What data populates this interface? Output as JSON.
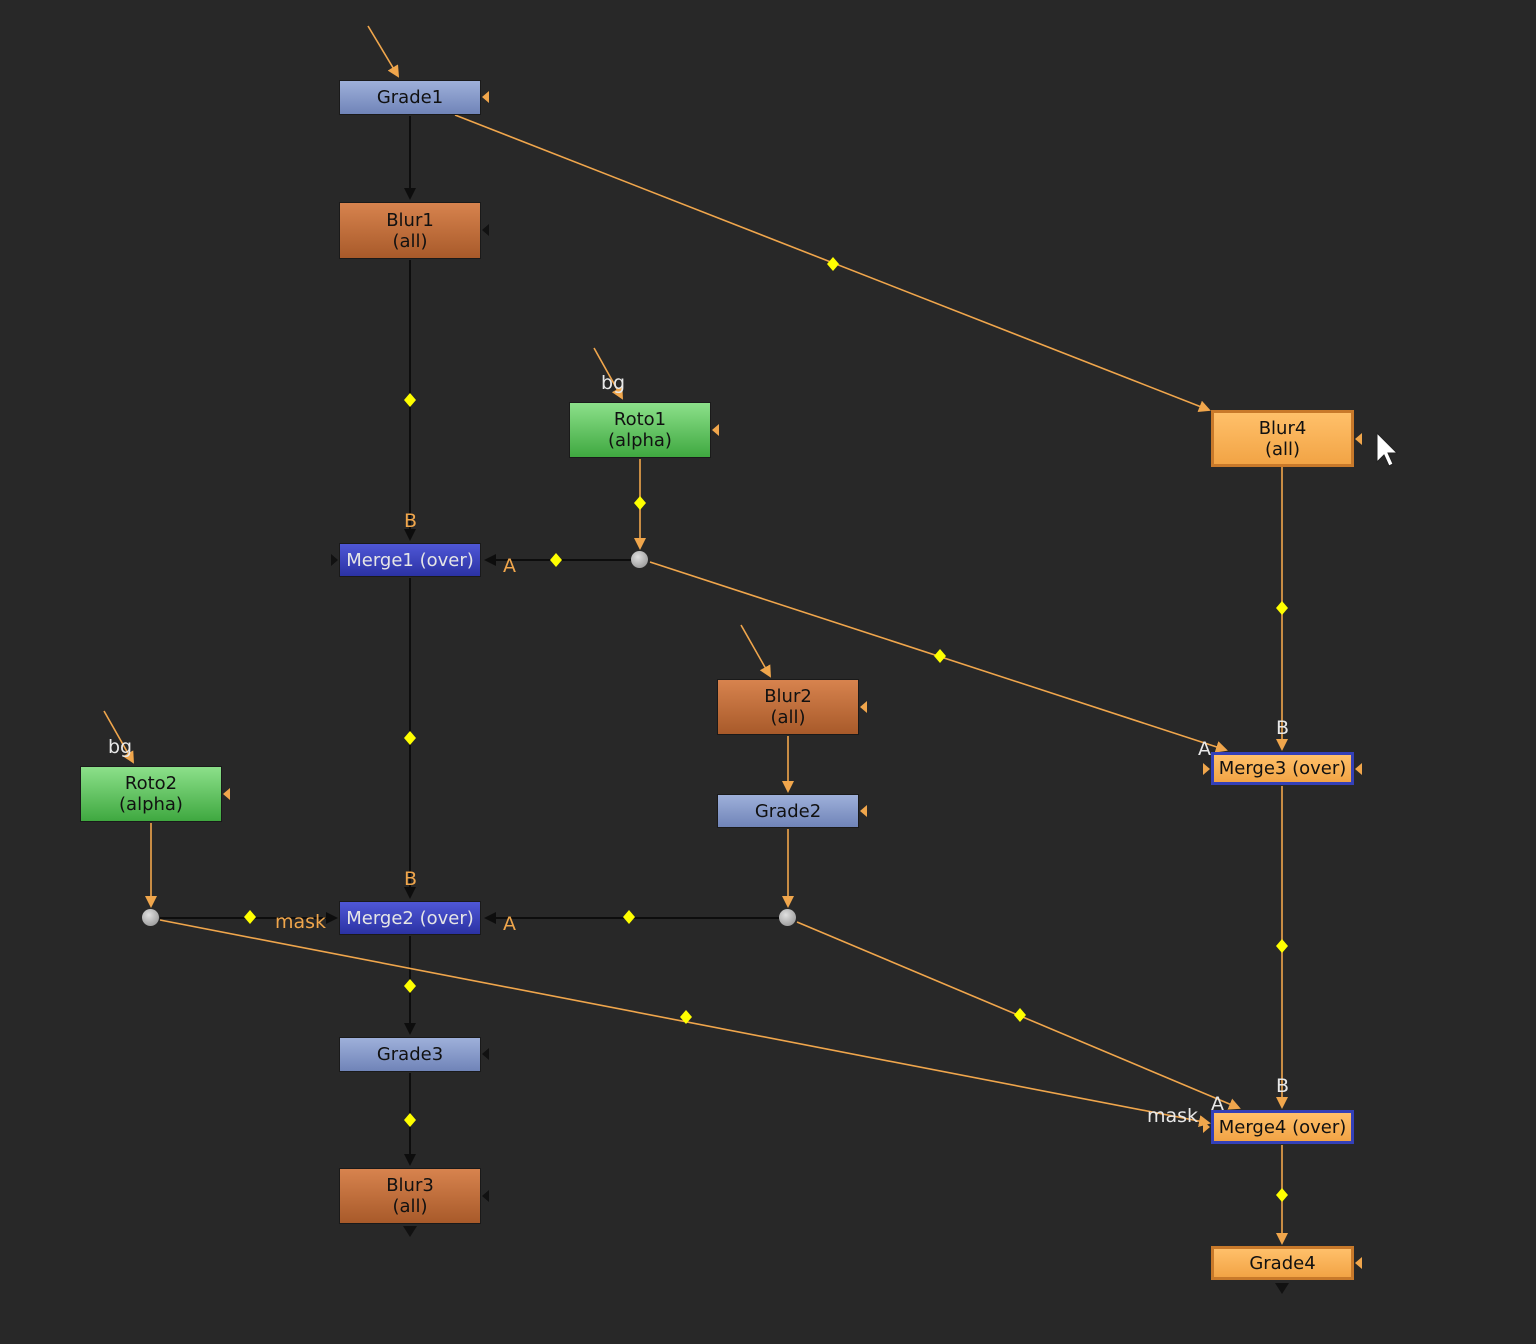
{
  "app": "Node Graph",
  "colors": {
    "background": "#282828",
    "orange_pipe": "#f0a64c",
    "black_pipe": "#0d0d0d",
    "elbow_diamond": "#ffff00",
    "grade_node": "#8396c8",
    "blur_node": "#c0703c",
    "roto_node": "#62c262",
    "merge_node": "#3a41bd",
    "selected_node": "#f7b257"
  },
  "nodes": {
    "grade1": {
      "label": "Grade1"
    },
    "blur1": {
      "label": "Blur1\n(all)"
    },
    "roto1": {
      "label": "Roto1\n(alpha)"
    },
    "merge1": {
      "label": "Merge1 (over)"
    },
    "blur4": {
      "label": "Blur4\n(all)"
    },
    "blur2": {
      "label": "Blur2\n(all)"
    },
    "grade2": {
      "label": "Grade2"
    },
    "roto2": {
      "label": "Roto2\n(alpha)"
    },
    "merge3": {
      "label": "Merge3 (over)"
    },
    "merge2": {
      "label": "Merge2 (over)"
    },
    "grade3": {
      "label": "Grade3"
    },
    "blur3": {
      "label": "Blur3\n(all)"
    },
    "merge4": {
      "label": "Merge4 (over)"
    },
    "grade4": {
      "label": "Grade4"
    }
  },
  "input_labels": {
    "bg": "bg",
    "a": "A",
    "b": "B",
    "mask": "mask"
  }
}
